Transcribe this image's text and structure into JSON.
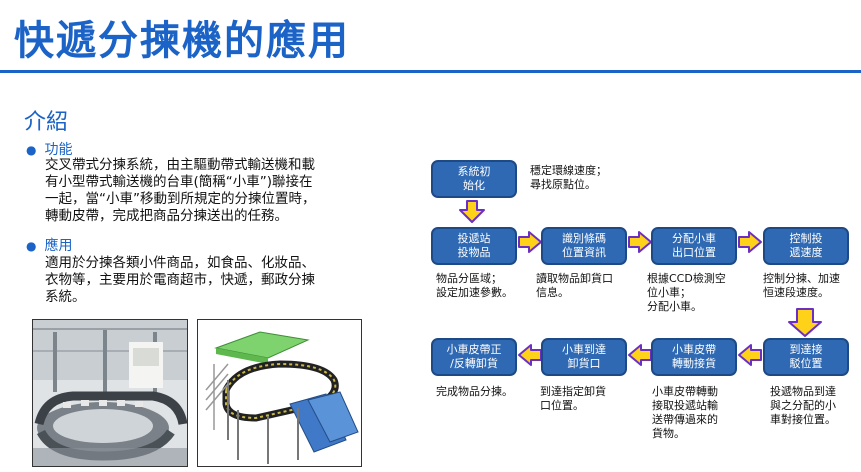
{
  "title": "快遞分揀機的應用",
  "section_heading": "介紹",
  "bullets": [
    {
      "heading": "功能",
      "lines": [
        "交叉帶式分揀系統，由主驅動帶式輸送機和載",
        "有小型帶式輸送機的台車(簡稱“小車”)聯接在",
        "一起，當“小車”移動到所規定的分揀位置時，",
        "轉動皮帶，完成把商品分揀送出的任務。"
      ]
    },
    {
      "heading": "應用",
      "lines": [
        "適用於分揀各類小件商品，如食品、化妝品、",
        "衣物等，主要用於電商超市，快遞，郵政分揀",
        "系統。"
      ]
    }
  ],
  "flow": {
    "init": {
      "label": [
        "系統初",
        "始化"
      ],
      "note": [
        "穩定環線速度；",
        "尋找原點位。"
      ]
    },
    "row1": [
      {
        "label": [
          "投遞站",
          "投物品"
        ],
        "note": [
          "物品分區域；",
          "設定加速參數。"
        ]
      },
      {
        "label": [
          "識別條碼",
          "位置資訊"
        ],
        "note": [
          "讀取物品卸貨口",
          "信息。"
        ]
      },
      {
        "label": [
          "分配小車",
          "出口位置"
        ],
        "note": [
          "根據CCD檢測空",
          "位小車；",
          "分配小車。"
        ]
      },
      {
        "label": [
          "控制投",
          "遞速度"
        ],
        "note": [
          "控制分揀、加速",
          "恒速段速度。"
        ]
      }
    ],
    "row2": [
      {
        "label": [
          "小車皮帶正",
          "/反轉卸貨"
        ],
        "note": [
          "完成物品分揀。"
        ]
      },
      {
        "label": [
          "小車到達",
          "卸貨口"
        ],
        "note": [
          "到達指定卸貨",
          "口位置。"
        ]
      },
      {
        "label": [
          "小車皮帶",
          "轉動接貨"
        ],
        "note": [
          "小車皮帶轉動",
          "接取投遞站輸",
          "送帶傳過來的",
          "貨物。"
        ]
      },
      {
        "label": [
          "到達接",
          "駁位置"
        ],
        "note": [
          "投遞物品到達",
          "與之分配的小",
          "車對接位置。"
        ]
      }
    ]
  },
  "colors": {
    "title": "#1b63c6",
    "box_fill": "#2f69b3",
    "arrow_fill": "#ffd21a",
    "arrow_outline": "#6b2fc4"
  }
}
